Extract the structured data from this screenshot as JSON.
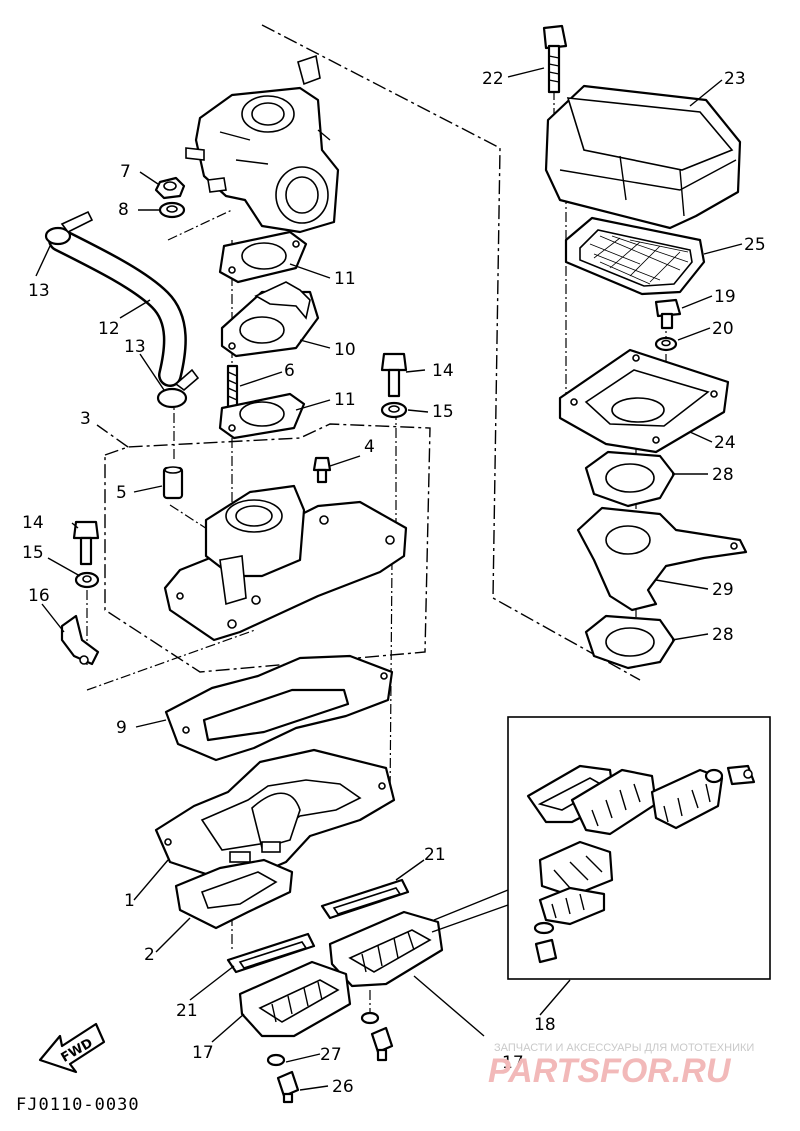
{
  "diagram_code": "FJ0110-0030",
  "fwd_label": "FWD",
  "watermark": {
    "caption": "ЗАПЧАСТИ И АКСЕССУАРЫ ДЛЯ МОТОТЕХНИКИ",
    "logo": "PARTSFOR.RU"
  },
  "callouts": {
    "c1": "1",
    "c2": "2",
    "c3": "3",
    "c4": "4",
    "c5": "5",
    "c7": "7",
    "c8": "8",
    "c9": "9",
    "c10": "10",
    "c11a": "11",
    "c11b": "11",
    "c12": "12",
    "c13a": "13",
    "c13b": "13",
    "c14a": "14",
    "c14b": "14",
    "c15a": "15",
    "c15b": "15",
    "c16": "16",
    "c17a": "17",
    "c17b": "17",
    "c18": "18",
    "c19": "19",
    "c20": "20",
    "c21a": "21",
    "c21b": "21",
    "c22": "22",
    "c23": "23",
    "c24": "24",
    "c25": "25",
    "c26": "26",
    "c27": "27",
    "c28a": "28",
    "c28b": "28",
    "c29": "29"
  }
}
